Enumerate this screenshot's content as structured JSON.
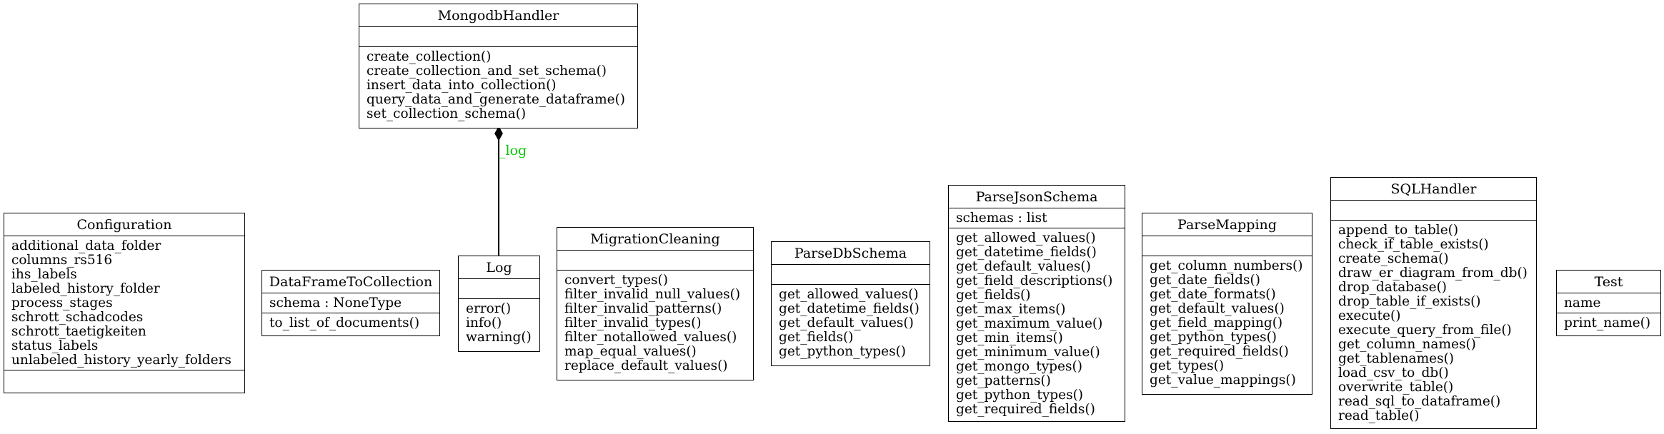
{
  "classes": {
    "mongodb_handler": {
      "name": "MongodbHandler",
      "attributes": [],
      "methods": [
        "create_collection()",
        "create_collection_and_set_schema()",
        "insert_data_into_collection()",
        "query_data_and_generate_dataframe()",
        "set_collection_schema()"
      ]
    },
    "configuration": {
      "name": "Configuration",
      "attributes": [
        "additional_data_folder",
        "columns_rs516",
        "ihs_labels",
        "labeled_history_folder",
        "process_stages",
        "schrott_schadcodes",
        "schrott_taetigkeiten",
        "status_labels",
        "unlabeled_history_yearly_folders"
      ],
      "methods": []
    },
    "dataframe_to_collection": {
      "name": "DataFrameToCollection",
      "attributes": [
        "schema : NoneType"
      ],
      "methods": [
        "to_list_of_documents()"
      ]
    },
    "log": {
      "name": "Log",
      "attributes": [],
      "methods": [
        "error()",
        "info()",
        "warning()"
      ]
    },
    "migration_cleaning": {
      "name": "MigrationCleaning",
      "attributes": [],
      "methods": [
        "convert_types()",
        "filter_invalid_null_values()",
        "filter_invalid_patterns()",
        "filter_invalid_types()",
        "filter_notallowed_values()",
        "map_equal_values()",
        "replace_default_values()"
      ]
    },
    "parse_db_schema": {
      "name": "ParseDbSchema",
      "attributes": [],
      "methods": [
        "get_allowed_values()",
        "get_datetime_fields()",
        "get_default_values()",
        "get_fields()",
        "get_python_types()"
      ]
    },
    "parse_json_schema": {
      "name": "ParseJsonSchema",
      "attributes": [
        "schemas : list"
      ],
      "methods": [
        "get_allowed_values()",
        "get_datetime_fields()",
        "get_default_values()",
        "get_field_descriptions()",
        "get_fields()",
        "get_max_items()",
        "get_maximum_value()",
        "get_min_items()",
        "get_minimum_value()",
        "get_mongo_types()",
        "get_patterns()",
        "get_python_types()",
        "get_required_fields()"
      ]
    },
    "parse_mapping": {
      "name": "ParseMapping",
      "attributes": [],
      "methods": [
        "get_column_numbers()",
        "get_date_fields()",
        "get_date_formats()",
        "get_default_values()",
        "get_field_mapping()",
        "get_python_types()",
        "get_required_fields()",
        "get_types()",
        "get_value_mappings()"
      ]
    },
    "sql_handler": {
      "name": "SQLHandler",
      "attributes": [],
      "methods": [
        "append_to_table()",
        "check_if_table_exists()",
        "create_schema()",
        "draw_er_diagram_from_db()",
        "drop_database()",
        "drop_table_if_exists()",
        "execute()",
        "execute_query_from_file()",
        "get_column_names()",
        "get_tablenames()",
        "load_csv_to_db()",
        "overwrite_table()",
        "read_sql_to_dataframe()",
        "read_table()"
      ]
    },
    "test": {
      "name": "Test",
      "attributes": [
        "name"
      ],
      "methods": [
        "print_name()"
      ]
    }
  },
  "relations": [
    {
      "label": "_log",
      "label_color": "#00c800",
      "type": "composition"
    }
  ]
}
